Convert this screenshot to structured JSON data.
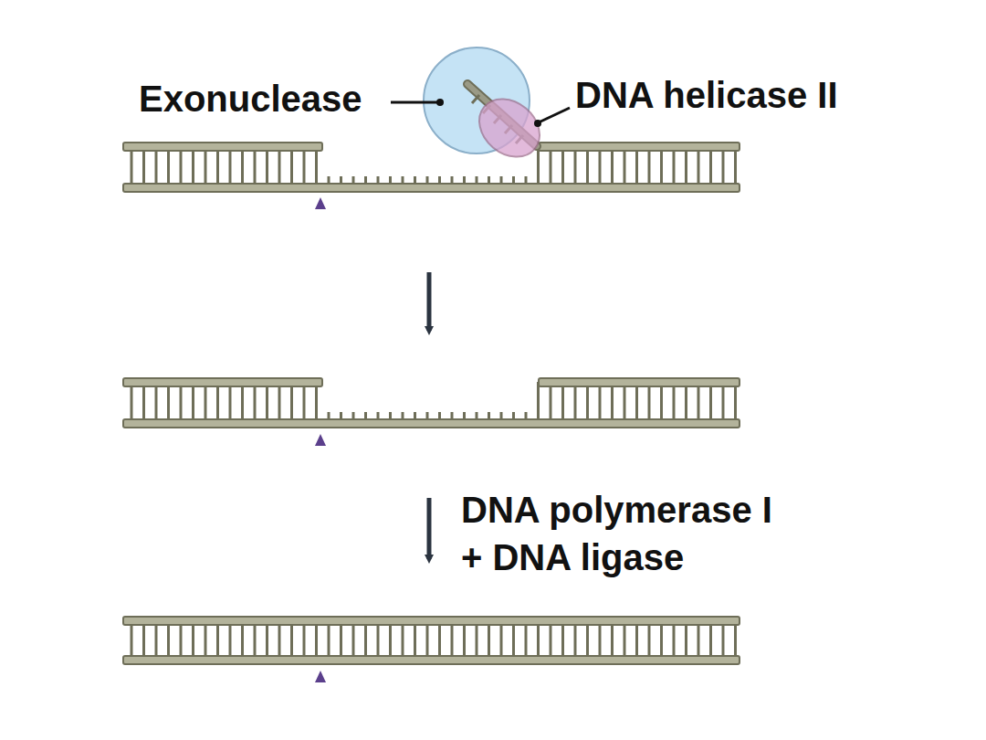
{
  "diagram": {
    "labels": [
      "Exonuclease",
      "DNA helicase II",
      "DNA polymerase I + DNA ligase"
    ]
  }
}
